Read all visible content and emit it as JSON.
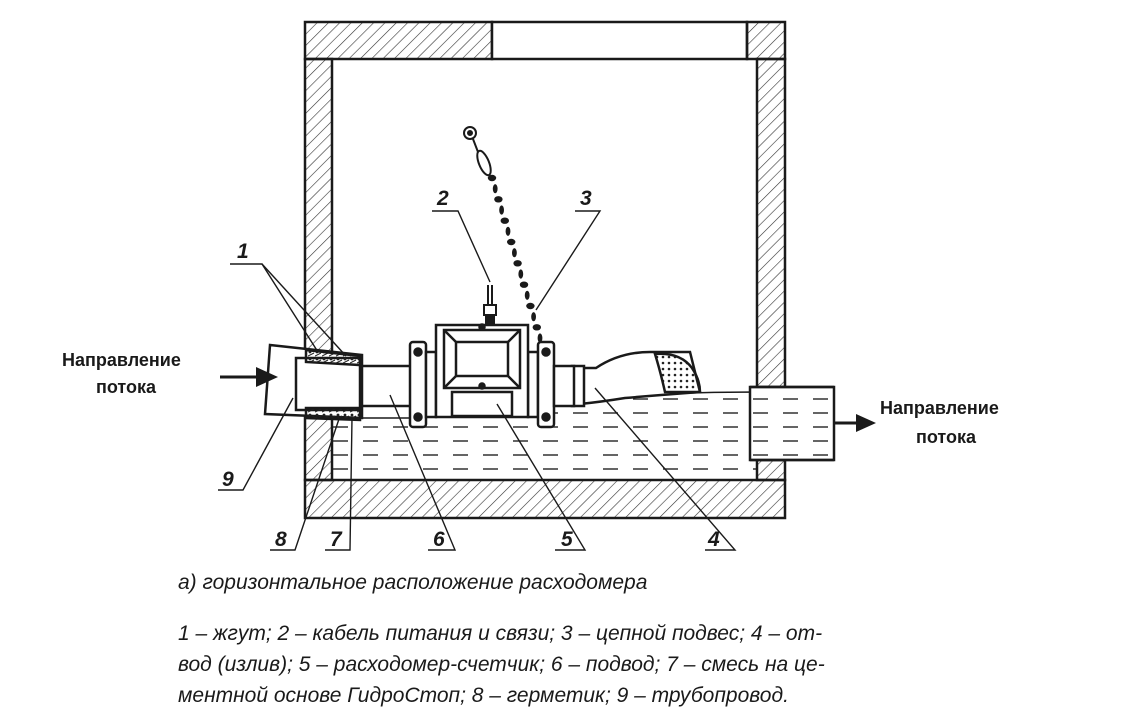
{
  "diagram": {
    "flow_label_in": [
      "Направление",
      "потока"
    ],
    "flow_label_out": [
      "Направление",
      "потока"
    ],
    "callouts": [
      "1",
      "2",
      "3",
      "4",
      "5",
      "6",
      "7",
      "8",
      "9"
    ]
  },
  "caption": "а) горизонтальное расположение расходомера",
  "legend_lines": [
    "1 – жгут; 2 – кабель питания и связи; 3 – цепной подвес; 4 – от-",
    "вод (излив); 5 – расходомер-счетчик; 6 – подвод; 7 – смесь на це-",
    "ментной основе ГидроСтоп; 8 – герметик; 9 – трубопровод."
  ]
}
